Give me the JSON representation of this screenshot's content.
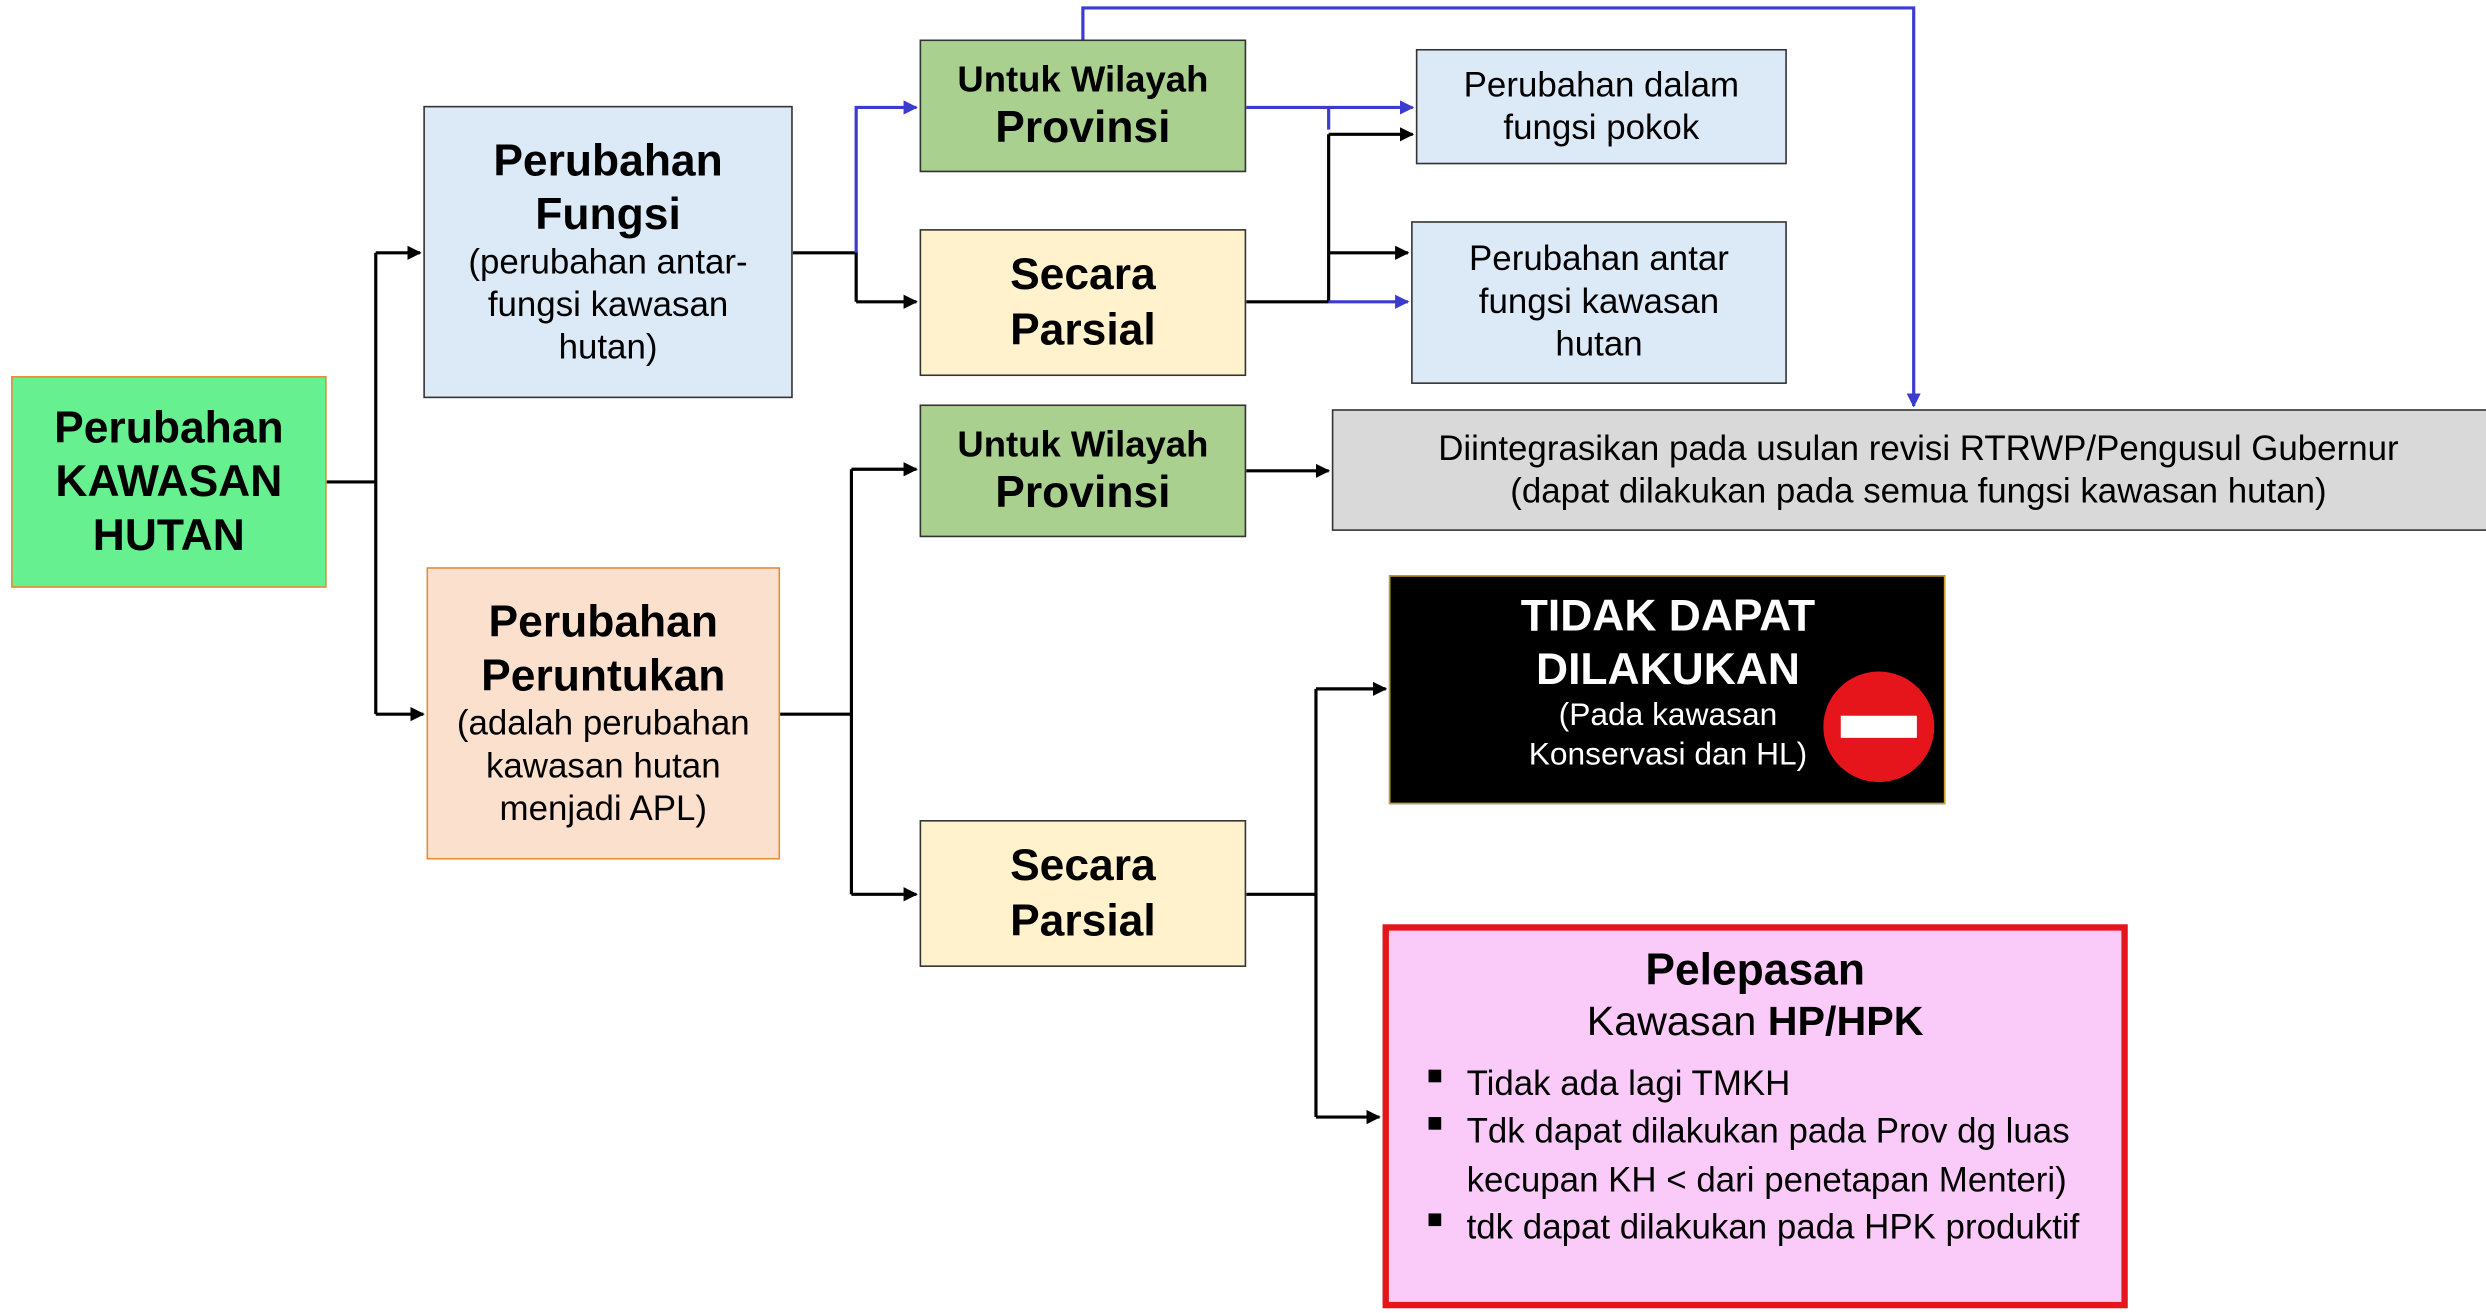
{
  "root": {
    "lines": [
      "Perubahan",
      "KAWASAN",
      "HUTAN"
    ]
  },
  "fungsi": {
    "title": [
      "Perubahan",
      "Fungsi"
    ],
    "desc": [
      "(perubahan antar-",
      "fungsi kawasan",
      "hutan)"
    ]
  },
  "peruntukan": {
    "title": [
      "Perubahan",
      "Peruntukan"
    ],
    "desc": [
      "(adalah perubahan",
      "kawasan hutan",
      "menjadi APL)"
    ]
  },
  "provinsi_1": {
    "line1": "Untuk Wilayah",
    "line2": "Provinsi"
  },
  "parsial_1": {
    "line1": "Secara",
    "line2": "Parsial"
  },
  "provinsi_2": {
    "line1": "Untuk Wilayah",
    "line2": "Provinsi"
  },
  "parsial_2": {
    "line1": "Secara",
    "line2": "Parsial"
  },
  "fungsi_pokok": {
    "lines": [
      "Perubahan dalam",
      "fungsi pokok"
    ]
  },
  "antar_fungsi": {
    "lines": [
      "Perubahan antar",
      "fungsi kawasan",
      "hutan"
    ]
  },
  "rtrwp": {
    "lines": [
      "Diintegrasikan pada usulan revisi RTRWP/Pengusul Gubernur",
      "(dapat dilakukan pada semua fungsi kawasan hutan)"
    ]
  },
  "tidak_dapat": {
    "title": [
      "TIDAK DAPAT",
      "DILAKUKAN"
    ],
    "note": [
      "(Pada kawasan",
      "Konservasi dan HL)"
    ]
  },
  "pelepasan": {
    "title": "Pelepasan",
    "subtitle_prefix": "Kawasan ",
    "subtitle_bold": "HP/HPK",
    "bullets": [
      "Tidak ada lagi TMKH",
      "Tdk dapat dilakukan pada Prov dg luas kecupan KH < dari penetapan Menteri)",
      "tdk dapat dilakukan pada  HPK produktif"
    ]
  },
  "colors": {
    "root_fill": "#66f08f",
    "fungsi_fill": "#dce9f6",
    "peruntukan_fill": "#fbe0cd",
    "provinsi_fill": "#a9d08e",
    "parsial_fill": "#fff2cc",
    "rtrwp_fill": "#d9d9d9",
    "tidak_fill": "#000000",
    "pelepasan_fill": "#facbf9",
    "pelepasan_border": "#e6141b",
    "blue_connector": "#3b3bd1",
    "black_connector": "#000000",
    "no_entry_red": "#e6141b"
  },
  "icons": {
    "tidak_dapat_sign": "no-entry-icon"
  }
}
